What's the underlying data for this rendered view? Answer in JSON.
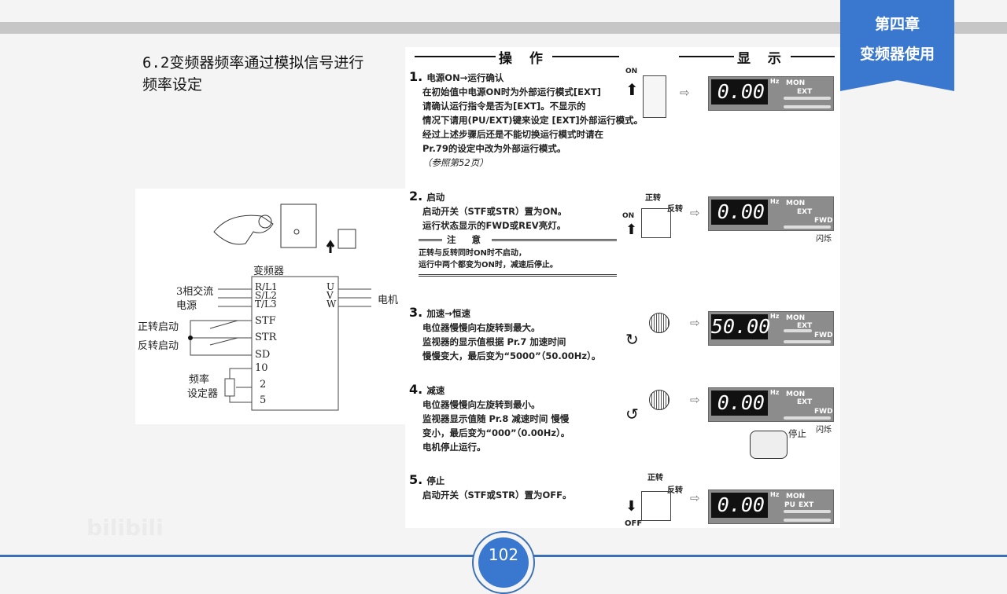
{
  "header": {
    "chapter": "第四章",
    "chapter_title": "变频器使用"
  },
  "slide": {
    "title": "6.2变频器频率通过模拟信号进行频率设定",
    "page_number": "102",
    "accent_color": "#3a78cf"
  },
  "diagram": {
    "inverter_label": "变频器",
    "terminals_left": [
      "R/L1",
      "S/L2",
      "T/L3",
      "STF",
      "STR",
      "SD",
      "10",
      "2",
      "5"
    ],
    "terminals_right": [
      "U",
      "V",
      "W"
    ],
    "power_label_1": "3相交流",
    "power_label_2": "电源",
    "motor_label": "电机",
    "forward_label": "正转启动",
    "reverse_label": "反转启动",
    "setter_label_1": "频率",
    "setter_label_2": "设定器"
  },
  "panel": {
    "operation_header": "操 作",
    "display_header": "显 示",
    "steps": [
      {
        "num": "1.",
        "title": "电源ON→运行确认",
        "lines": [
          "在初始值中电源ON时为外部运行模式[EXT]",
          "请确认运行指令是否为[EXT]。不显示的",
          "情况下请用(PU/EXT)键来设定 [EXT]外部运行模式。",
          "经过上述步骤后还是不能切换运行模式时请在",
          "Pr.79的设定中改为外部运行模式。",
          "（参照第52页）"
        ],
        "display": "0.00",
        "indicators": [
          "MON",
          "EXT"
        ],
        "switch_label": "ON"
      },
      {
        "num": "2.",
        "title": "启动",
        "lines": [
          "启动开关（STF或STR）置为ON。",
          "运行状态显示的FWD或REV亮灯。"
        ],
        "note_title": "注 意",
        "note_lines": [
          "正转与反转同时ON时不启动，",
          "运行中两个都变为ON时，减速后停止。"
        ],
        "display": "0.00",
        "indicators": [
          "MON",
          "EXT",
          "FWD"
        ],
        "flash_label": "闪烁",
        "forward": "正转",
        "reverse": "反转",
        "switch_label": "ON"
      },
      {
        "num": "3.",
        "title": "加速→恒速",
        "lines": [
          "电位器慢慢向右旋转到最大。",
          "监视器的显示值根据 Pr.7 加速时间",
          "慢慢变大，最后变为“5000”（50.00Hz）。"
        ],
        "display": "50.00",
        "indicators": [
          "MON",
          "EXT",
          "FWD"
        ]
      },
      {
        "num": "4.",
        "title": "减速",
        "lines": [
          "电位器慢慢向左旋转到最小。",
          "监视器显示值随 Pr.8 减速时间 慢慢",
          "变小，最后变为“000”（0.00Hz）。",
          "电机停止运行。"
        ],
        "display": "0.00",
        "indicators": [
          "MON",
          "EXT",
          "FWD"
        ],
        "flash_label": "闪烁",
        "stop_label": "停止"
      },
      {
        "num": "5.",
        "title": "停止",
        "lines": [
          "启动开关（STF或STR）置为OFF。"
        ],
        "display": "0.00",
        "indicators": [
          "MON",
          "PU",
          "EXT"
        ],
        "forward": "正转",
        "reverse": "反转",
        "switch_label": "OFF"
      }
    ],
    "unit": "Hz"
  },
  "watermark": "bilibili"
}
